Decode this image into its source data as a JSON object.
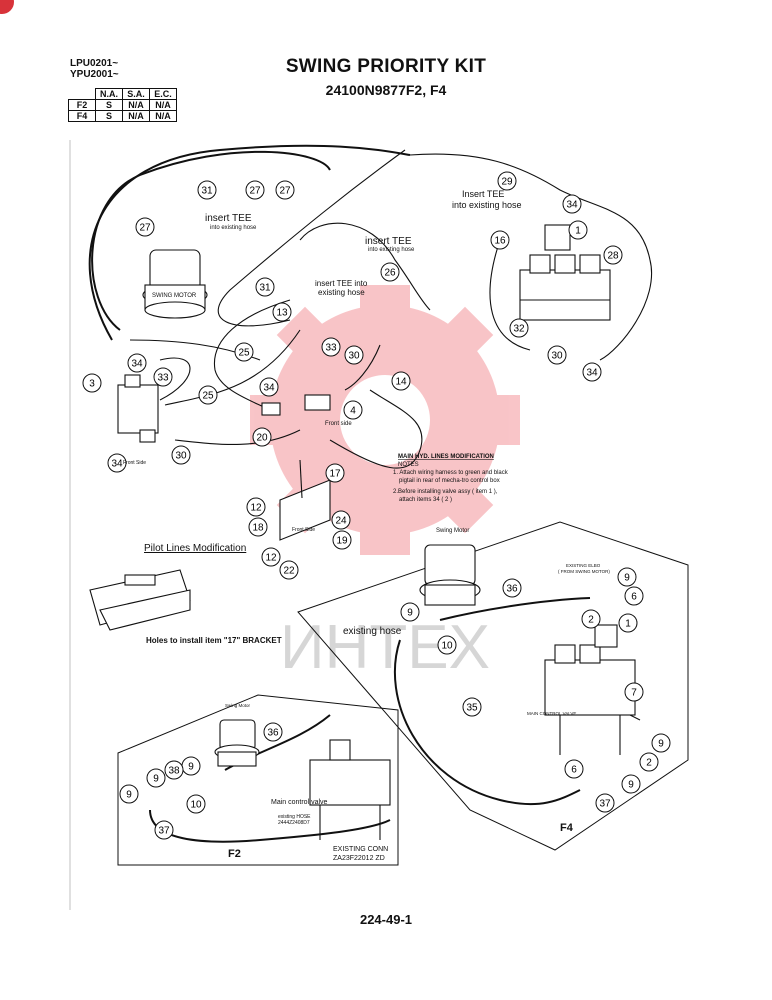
{
  "serials": [
    "LPU0201~",
    "YPU2001~"
  ],
  "title": "SWING PRIORITY KIT",
  "part_number": "24100N9877F2, F4",
  "availability": {
    "headers": [
      "N.A.",
      "S.A.",
      "E.C."
    ],
    "rows": [
      {
        "model": "F2",
        "cells": [
          "S",
          "N/A",
          "N/A"
        ]
      },
      {
        "model": "F4",
        "cells": [
          "S",
          "N/A",
          "N/A"
        ]
      }
    ]
  },
  "labels": {
    "insert_tee_top": "Insert TEE",
    "insert_tee_top_2": "into existing hose",
    "insert_tee_left": "insert TEE",
    "insert_tee_left_2": "into existing hose",
    "insert_tee_mid": "insert TEE",
    "insert_tee_mid_2": "into existing hose",
    "insert_tee_low": "insert TEE into",
    "insert_tee_low_2": "existing hose",
    "swing_motor": "SWING MOTOR",
    "front_side": "Front side",
    "front_side_2": "Front Side",
    "front_side_3": "Front Side",
    "pilot_lines": "Pilot Lines Modification",
    "holes_bracket": "Holes to install item \"17\" BRACKET",
    "existing_hose": "existing hose",
    "swing_motor_f4": "Swing Motor",
    "existing_elbo": "EXISTING ELBO",
    "existing_elbo_2": "( FROM SWING MOTOR)",
    "main_control_valve_f4": "MAIN CONTROL VALVE",
    "swing_motor_f2": "Swing Motor",
    "main_control_valve_f2": "Main control valve",
    "existing_hose_f2": "existing HOSE",
    "existing_hose_f2_pn": "2444Z2408D7",
    "existing_conn": "EXISTING CONN",
    "existing_conn_pn": "ZA23F22012 ZD",
    "f4": "F4",
    "f2": "F2",
    "watermark": "ИНТЕХ"
  },
  "notes": {
    "heading": "MAIN HYD. LINES MODIFICATION",
    "sub": "NOTES",
    "n1a": "1. Attach wiring harness to green and black",
    "n1b": "pigtail in rear of mecha-tro control box",
    "n2a": "2.Before installing valve assy ( item 1 ),",
    "n2b": "attach items 34 ( 2 )"
  },
  "callouts": [
    "27",
    "27",
    "31",
    "27",
    "29",
    "34",
    "1",
    "16",
    "28",
    "31",
    "26",
    "13",
    "33",
    "30",
    "25",
    "32",
    "30",
    "34",
    "3",
    "34",
    "33",
    "25",
    "34",
    "4",
    "14",
    "20",
    "34",
    "30",
    "17",
    "12",
    "18",
    "24",
    "19",
    "12",
    "22",
    "36",
    "9",
    "2",
    "6",
    "1",
    "9",
    "10",
    "7",
    "9",
    "35",
    "6",
    "2",
    "37",
    "9",
    "36",
    "9",
    "38",
    "9",
    "10",
    "9",
    "37"
  ],
  "page_number": "224-49-1",
  "colors": {
    "ink": "#111111",
    "watermark": "#e8303a"
  }
}
